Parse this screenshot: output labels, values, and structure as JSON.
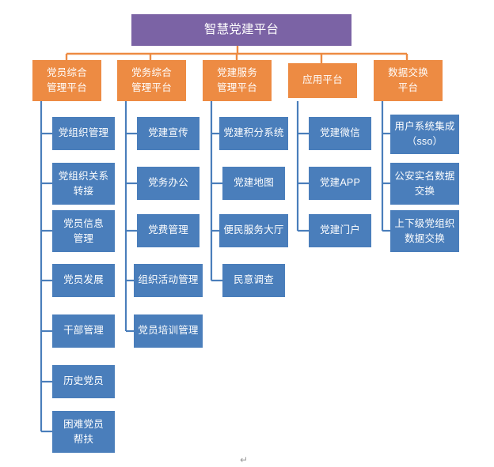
{
  "diagram": {
    "title": "智慧党建平台",
    "colors": {
      "root": "#7B63A5",
      "level2": "#ED8B43",
      "level3": "#4A7EBB",
      "connector_level2": "#ED8B43",
      "connector_level3": "#4A7EBB",
      "text": "#FFFFFF",
      "background": "#FFFFFF"
    },
    "root": {
      "label": "智慧党建平台",
      "lines": [
        "智慧党建平台"
      ]
    },
    "branches": [
      {
        "id": "branch-1",
        "label": "党员综合管理平台",
        "lines": [
          "党员综合",
          "管理平台"
        ],
        "children": [
          {
            "label": "党组织管理",
            "lines": [
              "党组织管理"
            ]
          },
          {
            "label": "党组织关系转接",
            "lines": [
              "党组织关系",
              "转接"
            ]
          },
          {
            "label": "党员信息管理",
            "lines": [
              "党员信息",
              "管理"
            ]
          },
          {
            "label": "党员发展",
            "lines": [
              "党员发展"
            ]
          },
          {
            "label": "干部管理",
            "lines": [
              "干部管理"
            ]
          },
          {
            "label": "历史党员",
            "lines": [
              "历史党员"
            ]
          },
          {
            "label": "困难党员帮扶",
            "lines": [
              "困难党员",
              "帮扶"
            ]
          }
        ]
      },
      {
        "id": "branch-2",
        "label": "党务综合管理平台",
        "lines": [
          "党务综合",
          "管理平台"
        ],
        "children": [
          {
            "label": "党建宣传",
            "lines": [
              "党建宣传"
            ]
          },
          {
            "label": "党务办公",
            "lines": [
              "党务办公"
            ]
          },
          {
            "label": "党费管理",
            "lines": [
              "党费管理"
            ]
          },
          {
            "label": "组织活动管理",
            "lines": [
              "组织活动管理"
            ]
          },
          {
            "label": "党员培训管理",
            "lines": [
              "党员培训管理"
            ]
          }
        ]
      },
      {
        "id": "branch-3",
        "label": "党建服务管理平台",
        "lines": [
          "党建服务",
          "管理平台"
        ],
        "children": [
          {
            "label": "党建积分系统",
            "lines": [
              "党建积分系统"
            ]
          },
          {
            "label": "党建地图",
            "lines": [
              "党建地图"
            ]
          },
          {
            "label": "便民服务大厅",
            "lines": [
              "便民服务大厅"
            ]
          },
          {
            "label": "民意调查",
            "lines": [
              "民意调查"
            ]
          }
        ]
      },
      {
        "id": "branch-4",
        "label": "应用平台",
        "lines": [
          "应用平台"
        ],
        "children": [
          {
            "label": "党建微信",
            "lines": [
              "党建微信"
            ]
          },
          {
            "label": "党建APP",
            "lines": [
              "党建APP"
            ]
          },
          {
            "label": "党建门户",
            "lines": [
              "党建门户"
            ]
          }
        ]
      },
      {
        "id": "branch-5",
        "label": "数据交换平台",
        "lines": [
          "数据交换",
          "平台"
        ],
        "children": [
          {
            "label": "用户系统集成（sso）",
            "lines": [
              "用户系统集成",
              "（sso）"
            ]
          },
          {
            "label": "公安实名数据交换",
            "lines": [
              "公安实名数据",
              "交换"
            ]
          },
          {
            "label": "上下级党组织数据交换",
            "lines": [
              "上下级党组织",
              "数据交换"
            ]
          }
        ]
      }
    ],
    "footer_mark": "↵"
  }
}
